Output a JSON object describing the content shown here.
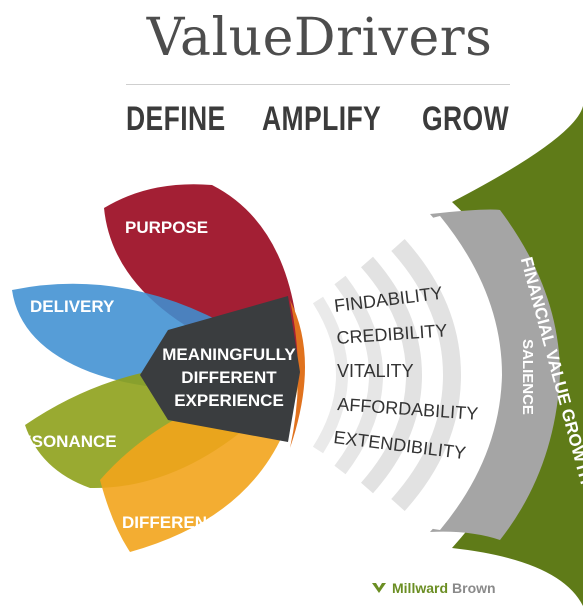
{
  "title": "ValueDrivers",
  "steps": [
    "DEFINE",
    "AMPLIFY",
    "GROW"
  ],
  "petals": {
    "purpose": "PURPOSE",
    "delivery": "DELIVERY",
    "resonance": "RESONANCE",
    "difference": "DIFFERENCE"
  },
  "center_lines": [
    "MEANINGFULLY",
    "DIFFERENT",
    "EXPERIENCE"
  ],
  "drivers": [
    "FINDABILITY",
    "CREDIBILITY",
    "VITALITY",
    "AFFORDABILITY",
    "EXTENDIBILITY"
  ],
  "salience": "SALIENCE",
  "financial": "FINANCIAL VALUE GROWTH",
  "brand": {
    "part1": "Millward",
    "part2": "Brown"
  },
  "colors": {
    "purpose": "#a31f34",
    "delivery": "#3f8fd2",
    "resonance": "#8ea11b",
    "difference": "#f2a41c",
    "center": "#3a3d3f",
    "olive": "#5f7b18",
    "gray": "#9a9a9a"
  }
}
